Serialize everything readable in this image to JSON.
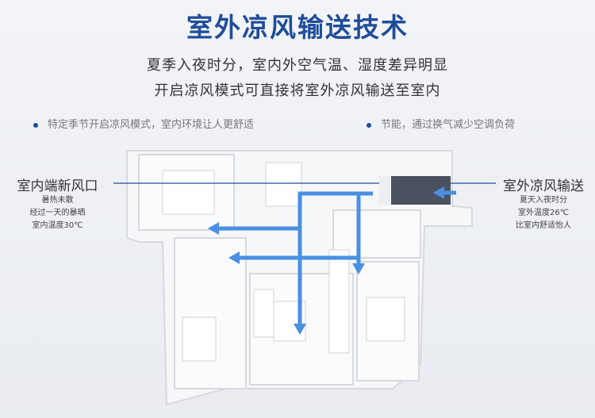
{
  "title": "室外凉风输送技术",
  "subtitle_lines": [
    "夏季入夜时分，室内外空气温、湿度差异明显",
    "开启凉风模式可直接将室外凉风输送至室内"
  ],
  "bullets": [
    "特定季节开启凉风模式，室内环境让人更舒适",
    "节能，通过换气减少空调负荷"
  ],
  "left_label": {
    "heading": "室内端新风口",
    "lines": [
      "暑热未散",
      "经过一天的暴晒",
      "室内温度30℃"
    ]
  },
  "right_label": {
    "heading": "室外凉风输送",
    "lines": [
      "夏天入夜时分",
      "室外温度26℃",
      "比室内舒适怡人"
    ]
  },
  "colors": {
    "title": "#1f4d9a",
    "arrow": "#4a90e2"
  }
}
